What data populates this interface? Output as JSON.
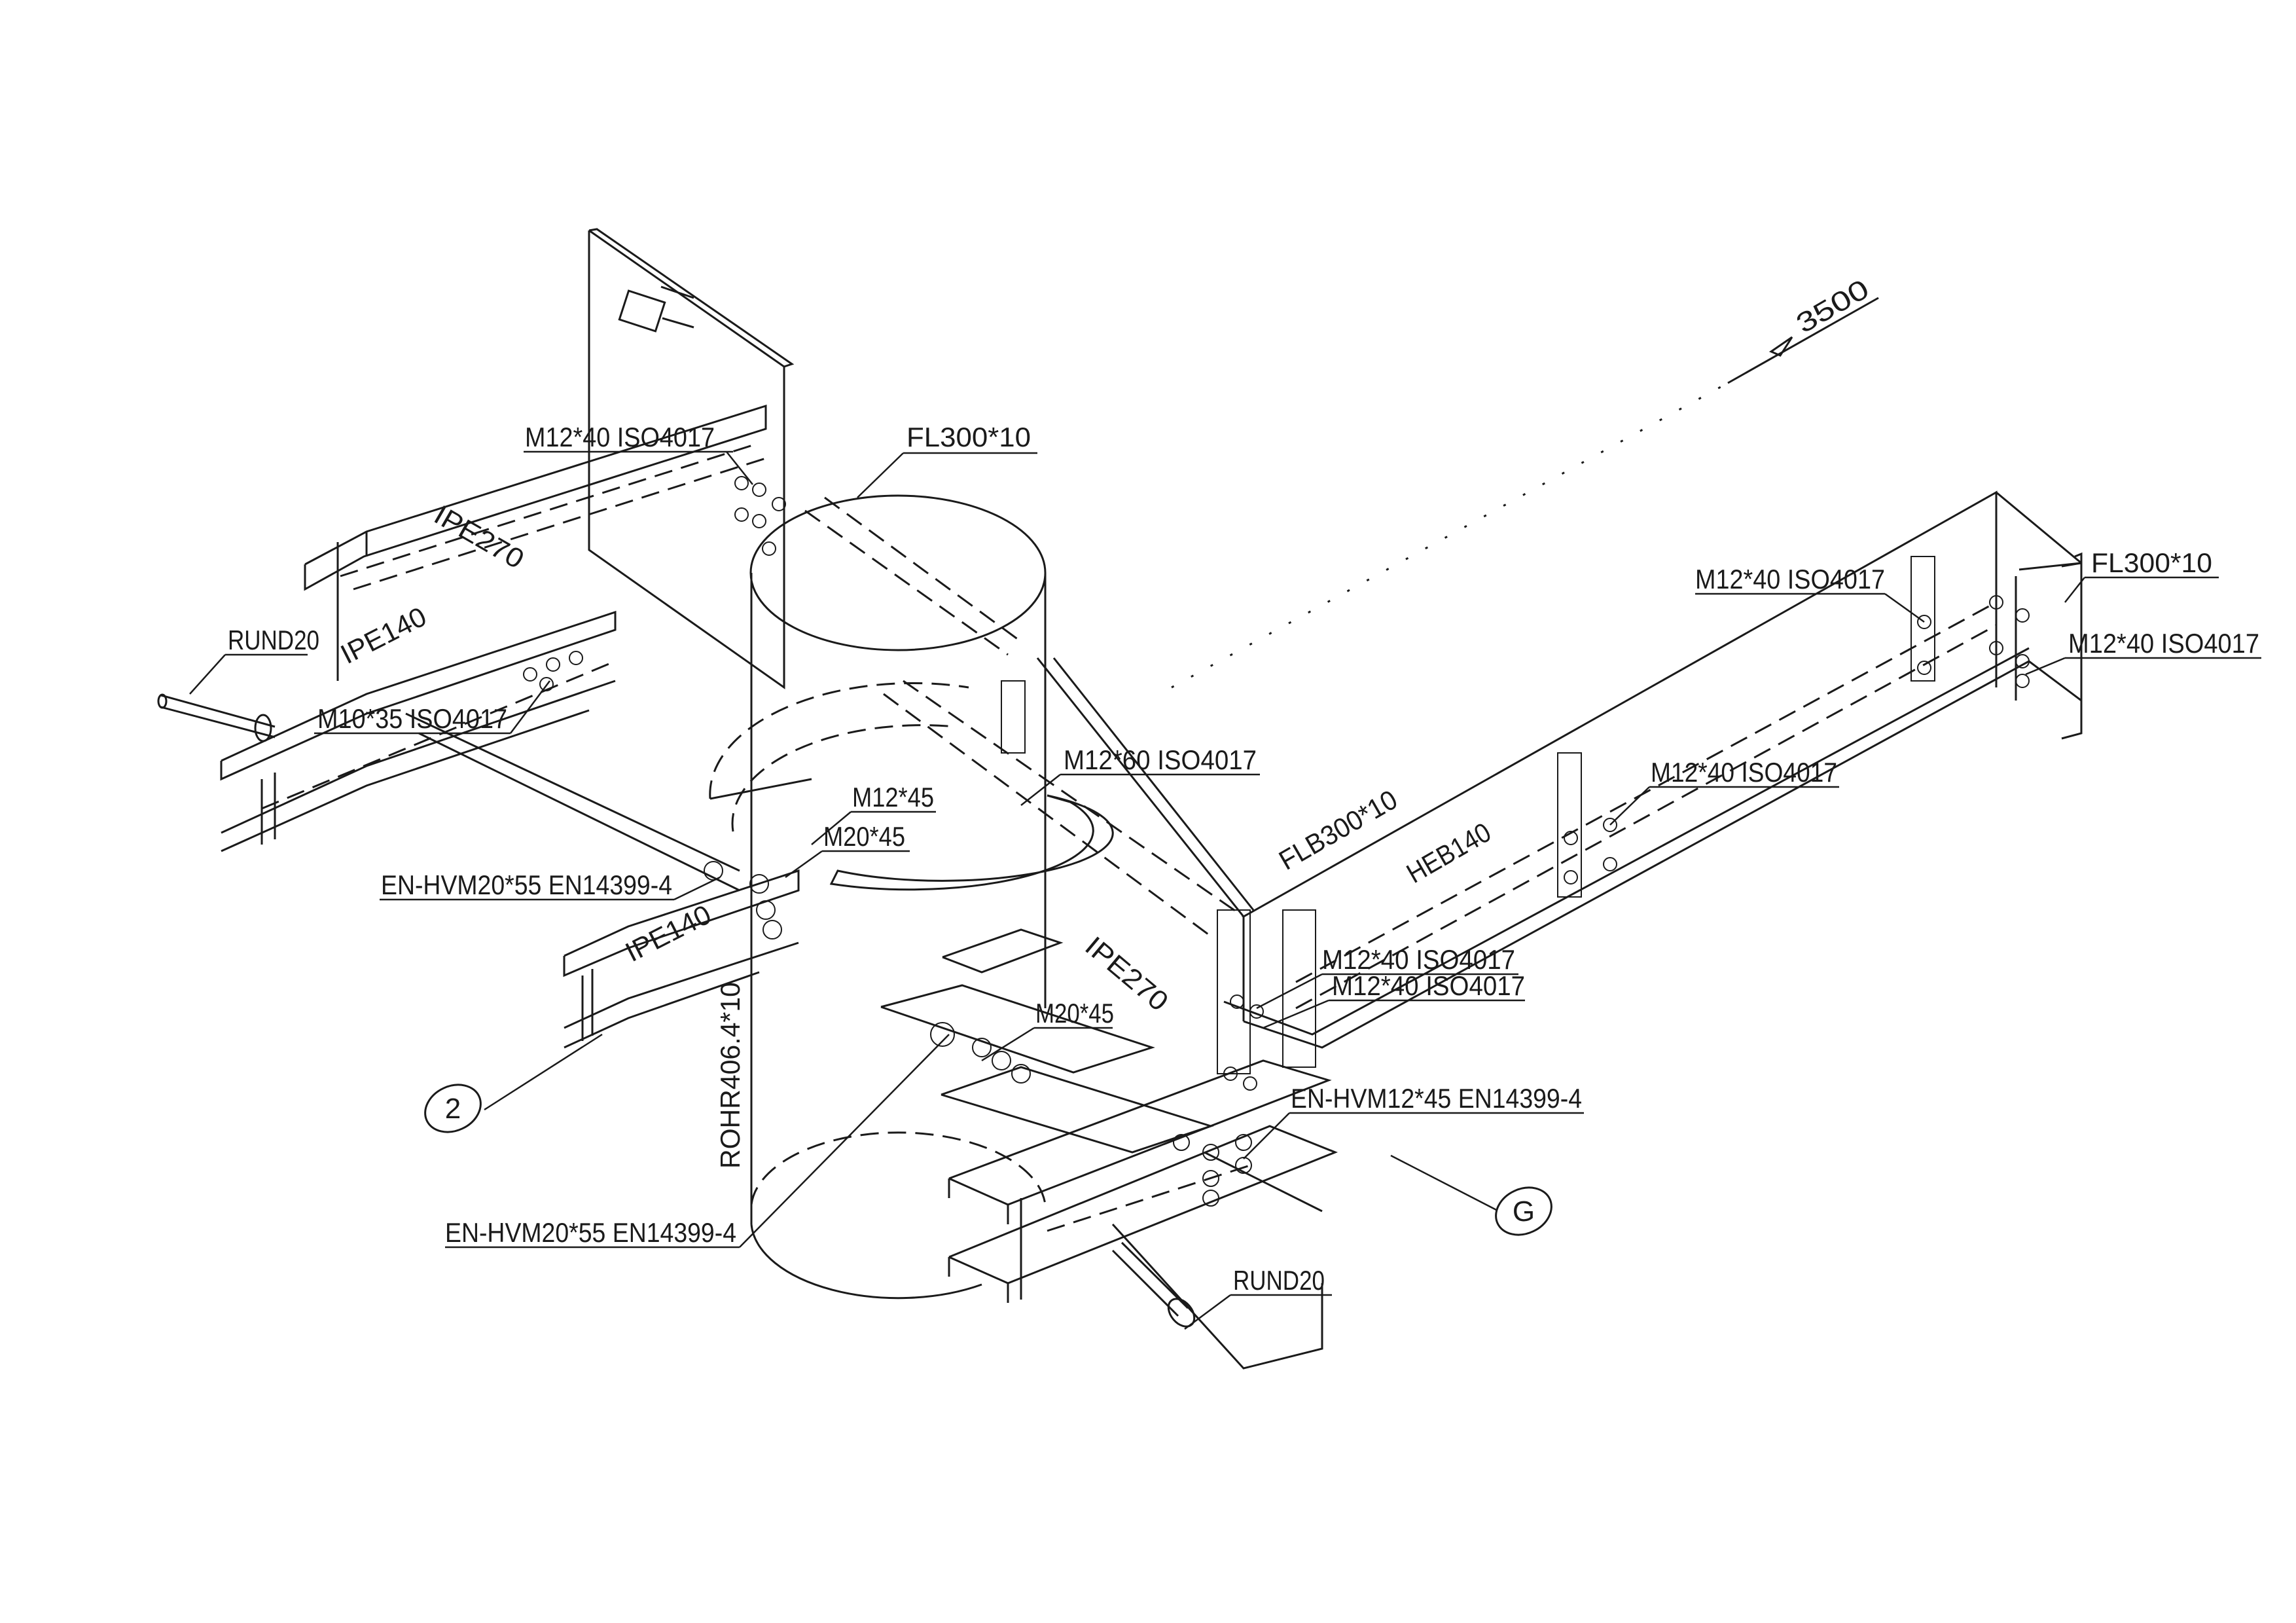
{
  "labels": {
    "m12_40_top_left": "M12*40 ISO4017",
    "fl300_top": "FL300*10",
    "ipe270_upper": "IPE270",
    "ipe140_upper": "IPE140",
    "rund20_left": "RUND20",
    "m10_35": "M10*35 ISO4017",
    "m12_60": "M12*60 ISO4017",
    "m12_45": "M12*45",
    "m20_45_upper": "M20*45",
    "en_hvm20_55_upper": "EN-HVM20*55 EN14399-4",
    "ipe140_lower": "IPE140",
    "rohr": "ROHR406.4*10",
    "m20_45_lower": "M20*45",
    "ipe270_lower": "IPE270",
    "en_hvm20_55_lower": "EN-HVM20*55 EN14399-4",
    "flb300": "FLB300*10",
    "heb140": "HEB140",
    "m12_40_mid_a": "M12*40 ISO4017",
    "m12_40_mid_b": "M12*40 ISO4017",
    "en_hvm12_45": "EN-HVM12*45 EN14399-4",
    "rund20_right": "RUND20",
    "m12_40_beam": "M12*40 ISO4017",
    "m12_40_right_top": "M12*40 ISO4017",
    "fl300_right": "FL300*10",
    "m12_40_right_end": "M12*40 ISO4017",
    "dimension_3500": "3500"
  },
  "markers": {
    "detail_2": "2",
    "detail_g": "G"
  }
}
